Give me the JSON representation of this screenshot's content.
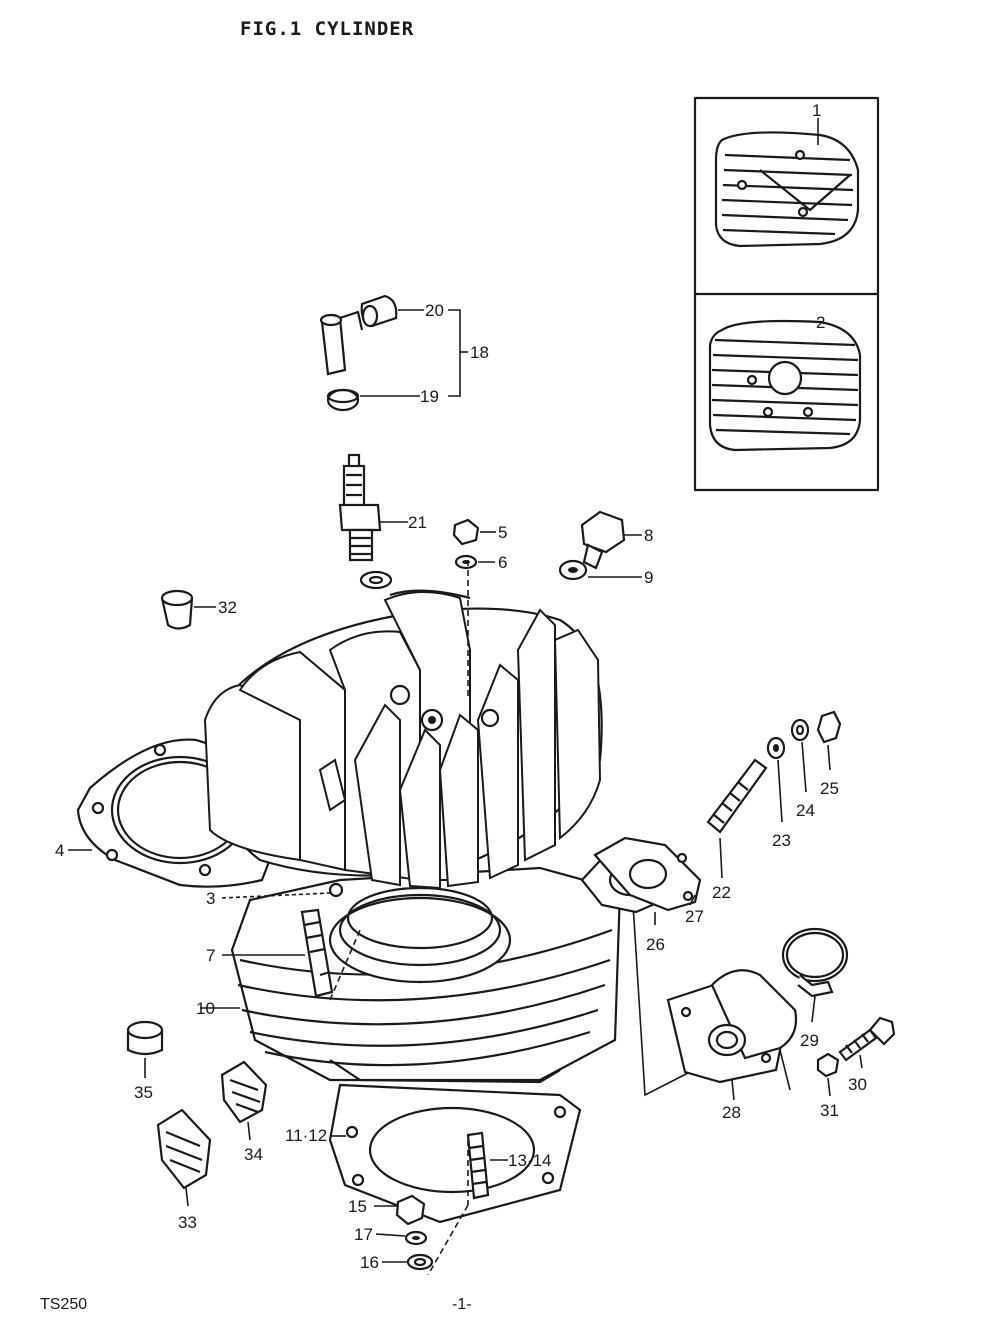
{
  "figure": {
    "title": "FIG.1 CYLINDER",
    "model": "TS250",
    "page_number": "-1-"
  },
  "callouts": {
    "c1": "1",
    "c2": "2",
    "c3": "3",
    "c4": "4",
    "c5": "5",
    "c6": "6",
    "c7": "7",
    "c8": "8",
    "c9": "9",
    "c10": "10",
    "c11_12": "11·12",
    "c13_14": "13·14",
    "c15": "15",
    "c16": "16",
    "c17": "17",
    "c18": "18",
    "c19": "19",
    "c20": "20",
    "c21": "21",
    "c22": "22",
    "c23": "23",
    "c24": "24",
    "c25": "25",
    "c26": "26",
    "c27": "27",
    "c28": "28",
    "c29": "29",
    "c30": "30",
    "c31": "31",
    "c32": "32",
    "c33": "33",
    "c34": "34",
    "c35": "35"
  }
}
